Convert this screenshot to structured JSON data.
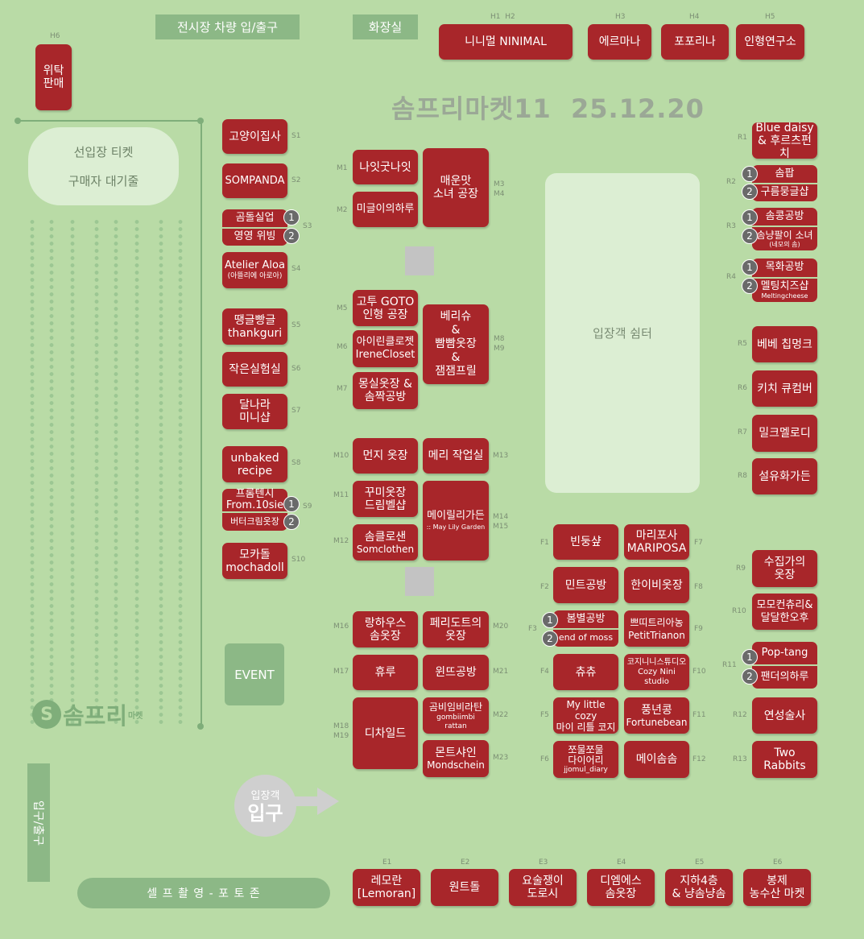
{
  "top": {
    "vehicle": "전시장 차량 입/출구",
    "restroom": "화장실",
    "title": "솜프리마켓11  25.12.20"
  },
  "h_booths": [
    {
      "code": "H1  H2",
      "name": "니니멀 NINIMAL"
    },
    {
      "code": "H3",
      "name": "에르마나"
    },
    {
      "code": "H4",
      "name": "포포리나"
    },
    {
      "code": "H5",
      "name": "인형연구소"
    },
    {
      "code": "H6",
      "name": "위탁\n판매"
    }
  ],
  "queue": {
    "line1": "선입장 티켓",
    "line2": "구매자 대기줄"
  },
  "s_booths": [
    {
      "code": "S1",
      "name": "고양이집사"
    },
    {
      "code": "S2",
      "name": "SOMPANDA"
    },
    {
      "code": "S3",
      "top": "곰돌실업",
      "bottom": "영영 위빙"
    },
    {
      "code": "S4",
      "name": "Atelier Aloa",
      "sub": "(아뜰리에 아로아)"
    },
    {
      "code": "S5",
      "name": "땡글빵글",
      "name2": "thankguri"
    },
    {
      "code": "S6",
      "name": "작은실험실"
    },
    {
      "code": "S7",
      "name": "달나라",
      "name2": "미니샵"
    },
    {
      "code": "S8",
      "name": "unbaked",
      "name2": "recipe"
    },
    {
      "code": "S9",
      "top": "프롬텐시",
      "top_sub": "From.10sie",
      "bottom": "버터크림옷장"
    },
    {
      "code": "S10",
      "name": "모카돌",
      "name2": "mochadoll"
    }
  ],
  "event": "EVENT",
  "logo": "솜프리",
  "logo_small": "마켓",
  "m_booths": [
    {
      "code": "M1",
      "name": "나잇굿나잇"
    },
    {
      "code": "M2",
      "name": "미글이의하루"
    },
    {
      "code": "M3\nM4",
      "name": "매운맛",
      "name2": "소녀 공장"
    },
    {
      "code": "M5",
      "name": "고투 GOTO",
      "name2": "인형 공장"
    },
    {
      "code": "M6",
      "name": "아이린클로젯",
      "name2": "IreneCloset"
    },
    {
      "code": "M7",
      "name": "몽실옷장 &",
      "name2": "솜짝공방"
    },
    {
      "code": "M8\nM9",
      "name": "베리슈\n&\n빰빰옷장\n&\n잼잼프릴"
    },
    {
      "code": "M10",
      "name": "먼지 옷장"
    },
    {
      "code": "M13",
      "name": "메리 작업실"
    },
    {
      "code": "M11",
      "name": "꾸미옷장",
      "name2": "드림벨샵"
    },
    {
      "code": "M12",
      "name": "솜클로샌",
      "name2": "Somclothen"
    },
    {
      "code": "M14\nM15",
      "name": "메이릴리가든",
      "sub": ":: May Lily Garden"
    },
    {
      "code": "M16",
      "name": "랑하우스",
      "name2": "솜옷장"
    },
    {
      "code": "M20",
      "name": "페리도트의",
      "name2": "옷장"
    },
    {
      "code": "M17",
      "name": "휴루"
    },
    {
      "code": "M21",
      "name": "윈뜨공방"
    },
    {
      "code": "M18\nM19",
      "name": "디차일드"
    },
    {
      "code": "M22",
      "name": "곰비임비라탄",
      "sub": "gombiimbi rattan"
    },
    {
      "code": "M23",
      "name": "몬트샤인",
      "name2": "Mondschein"
    }
  ],
  "shelter": "입장객 쉼터",
  "f_booths": [
    {
      "code": "F1",
      "name": "빈둥샾"
    },
    {
      "code": "F7",
      "name": "마리포사",
      "name2": "MARIPOSA"
    },
    {
      "code": "F2",
      "name": "민트공방"
    },
    {
      "code": "F8",
      "name": "한이비옷장"
    },
    {
      "code": "F3",
      "top": "봄별공방",
      "bottom": "end of moss"
    },
    {
      "code": "F9",
      "name": "쁘띠트리아농",
      "name2": "PetitTrianon"
    },
    {
      "code": "F4",
      "name": "츄츄"
    },
    {
      "code": "F10",
      "name": "코지니니스튜디오",
      "name2": "Cozy Nini studio"
    },
    {
      "code": "F5",
      "name": "My little cozy",
      "name2": "마이 리틀 코지"
    },
    {
      "code": "F11",
      "name": "풍년콩",
      "name2": "Fortunebean"
    },
    {
      "code": "F6",
      "name": "쪼물쪼물",
      "name2": "다이어리",
      "sub": "jjomul_diary"
    },
    {
      "code": "F12",
      "name": "메이솜솜"
    }
  ],
  "r_booths": [
    {
      "code": "R1",
      "name": "Blue daisy",
      "name2": "& 후르츠펀치"
    },
    {
      "code": "R2",
      "top": "솜팝",
      "bottom": "구름뭉글샵"
    },
    {
      "code": "R3",
      "top": "솜콩공방",
      "bottom": "솜냥팔이 소녀",
      "bottom_sub": "(네모의 솜)"
    },
    {
      "code": "R4",
      "top": "목화공방",
      "bottom": "멜팅치즈샵",
      "bottom_sub": "Meltingcheese"
    },
    {
      "code": "R5",
      "name": "베베 칩멍크"
    },
    {
      "code": "R6",
      "name": "키치 큐컴버"
    },
    {
      "code": "R7",
      "name": "밀크멜로디"
    },
    {
      "code": "R8",
      "name": "설유화가든"
    },
    {
      "code": "R9",
      "name": "수집가의",
      "name2": "옷장"
    },
    {
      "code": "R10",
      "name": "모모컨츄리&",
      "name2": "달달한오후"
    },
    {
      "code": "R11",
      "top": "Pop-tang",
      "bottom": "팬더의하루"
    },
    {
      "code": "R12",
      "name": "연성술사"
    },
    {
      "code": "R13",
      "name": "Two",
      "name2": "Rabbits"
    }
  ],
  "entrance": {
    "small": "입장객",
    "big": "입구"
  },
  "side_exit": "입구/출구",
  "photo_zone": "셀 프 촬 영 - 포 토 존",
  "e_booths": [
    {
      "code": "E1",
      "name": "레모란",
      "name2": "[Lemoran]"
    },
    {
      "code": "E2",
      "name": "원트돌"
    },
    {
      "code": "E3",
      "name": "요술쟁이",
      "name2": "도로시"
    },
    {
      "code": "E4",
      "name": "디엠에스",
      "name2": "솜옷장"
    },
    {
      "code": "E5",
      "name": "지하4층",
      "name2": "& 냥솜냥솜"
    },
    {
      "code": "E6",
      "name": "봉제",
      "name2": "농수산 마켓"
    }
  ],
  "circle_nums": [
    "1",
    "2"
  ],
  "colors": {
    "background": "#b9dba6",
    "booth": "#a8262a",
    "green_box": "#8cb886",
    "pale": "#dceed3",
    "marker": "#6a6a6a"
  }
}
